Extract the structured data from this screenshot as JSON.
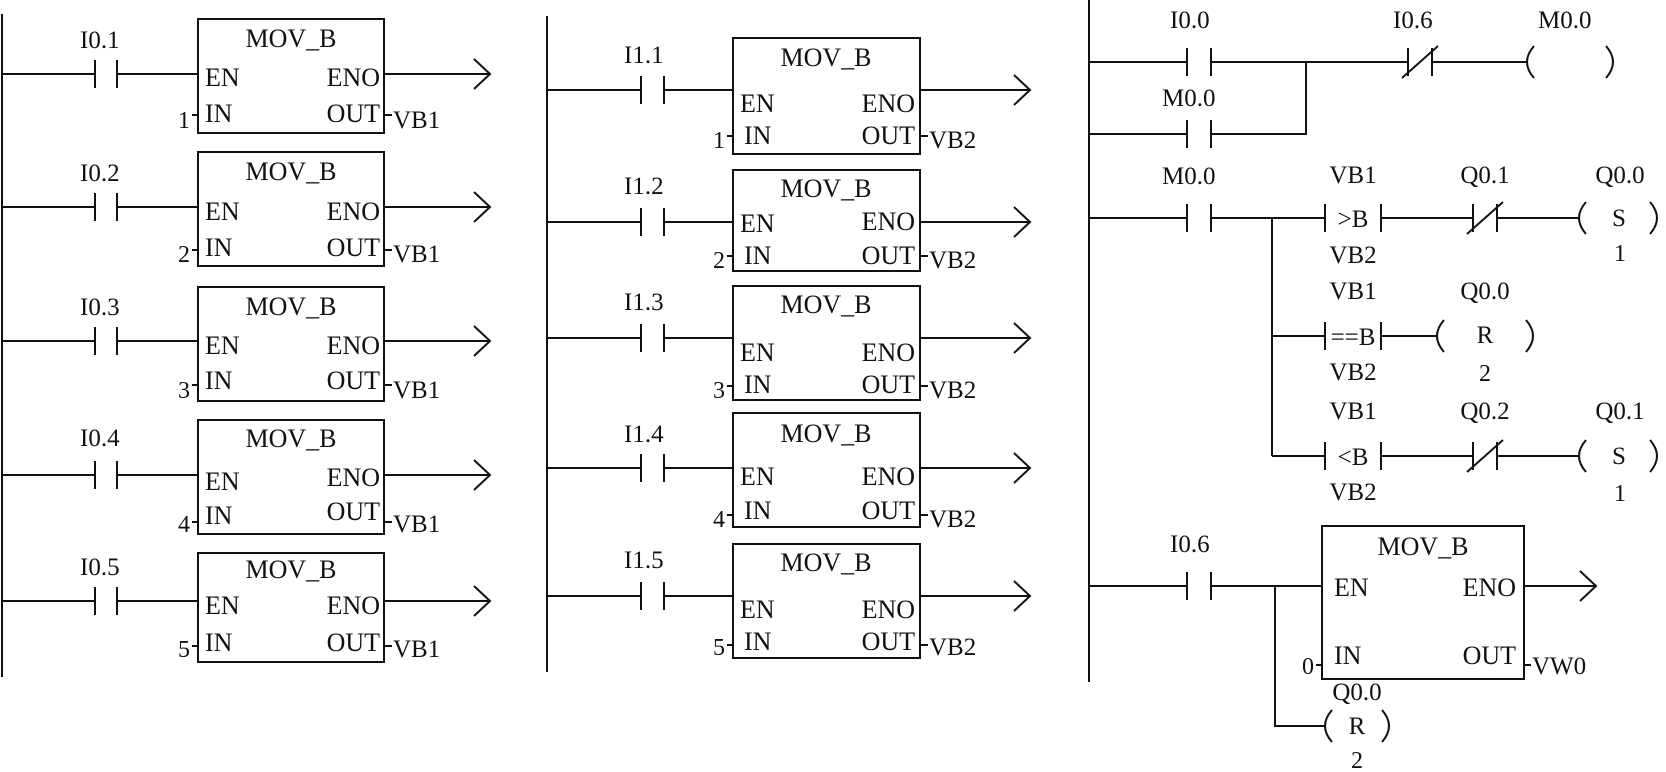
{
  "mov_blocks_col1": [
    {
      "contact": "I0.1",
      "title": "MOV_B",
      "en": "EN",
      "eno": "ENO",
      "in": "IN",
      "out": "OUT",
      "in_value": "1",
      "out_value": "VB1"
    },
    {
      "contact": "I0.2",
      "title": "MOV_B",
      "en": "EN",
      "eno": "ENO",
      "in": "IN",
      "out": "OUT",
      "in_value": "2",
      "out_value": "VB1"
    },
    {
      "contact": "I0.3",
      "title": "MOV_B",
      "en": "EN",
      "eno": "ENO",
      "in": "IN",
      "out": "OUT",
      "in_value": "3",
      "out_value": "VB1"
    },
    {
      "contact": "I0.4",
      "title": "MOV_B",
      "en": "EN",
      "eno": "ENO",
      "in": "IN",
      "out": "OUT",
      "in_value": "4",
      "out_value": "VB1"
    },
    {
      "contact": "I0.5",
      "title": "MOV_B",
      "en": "EN",
      "eno": "ENO",
      "in": "IN",
      "out": "OUT",
      "in_value": "5",
      "out_value": "VB1"
    }
  ],
  "mov_blocks_col2": [
    {
      "contact": "I1.1",
      "title": "MOV_B",
      "en": "EN",
      "eno": "ENO",
      "in": "IN",
      "out": "OUT",
      "in_value": "1",
      "out_value": "VB2"
    },
    {
      "contact": "I1.2",
      "title": "MOV_B",
      "en": "EN",
      "eno": "ENO",
      "in": "IN",
      "out": "OUT",
      "in_value": "2",
      "out_value": "VB2"
    },
    {
      "contact": "I1.3",
      "title": "MOV_B",
      "en": "EN",
      "eno": "ENO",
      "in": "IN",
      "out": "OUT",
      "in_value": "3",
      "out_value": "VB2"
    },
    {
      "contact": "I1.4",
      "title": "MOV_B",
      "en": "EN",
      "eno": "ENO",
      "in": "IN",
      "out": "OUT",
      "in_value": "4",
      "out_value": "VB2"
    },
    {
      "contact": "I1.5",
      "title": "MOV_B",
      "en": "EN",
      "eno": "ENO",
      "in": "IN",
      "out": "OUT",
      "in_value": "5",
      "out_value": "VB2"
    }
  ],
  "latch": {
    "contact": "I0.0",
    "hold_contact": "M0.0",
    "nc_contact": "I0.6",
    "coil": "M0.0"
  },
  "compare": {
    "contact": "M0.0",
    "rows": [
      {
        "top": "VB1",
        "op": ">B",
        "bottom": "VB2",
        "nc": "Q0.1",
        "coil_addr": "Q0.0",
        "coil": "S",
        "coil_n": "1"
      },
      {
        "top": "VB1",
        "op": "==B",
        "bottom": "VB2",
        "nc": "",
        "coil_addr": "Q0.0",
        "coil": "R",
        "coil_n": "2"
      },
      {
        "top": "VB1",
        "op": "<B",
        "bottom": "VB2",
        "nc": "Q0.2",
        "coil_addr": "Q0.1",
        "coil": "S",
        "coil_n": "1"
      }
    ]
  },
  "reset": {
    "contact": "I0.6",
    "title": "MOV_B",
    "en": "EN",
    "eno": "ENO",
    "in": "IN",
    "out": "OUT",
    "in_value": "0",
    "out_value": "VW0",
    "coil_addr": "Q0.0",
    "coil": "R",
    "coil_n": "2"
  }
}
